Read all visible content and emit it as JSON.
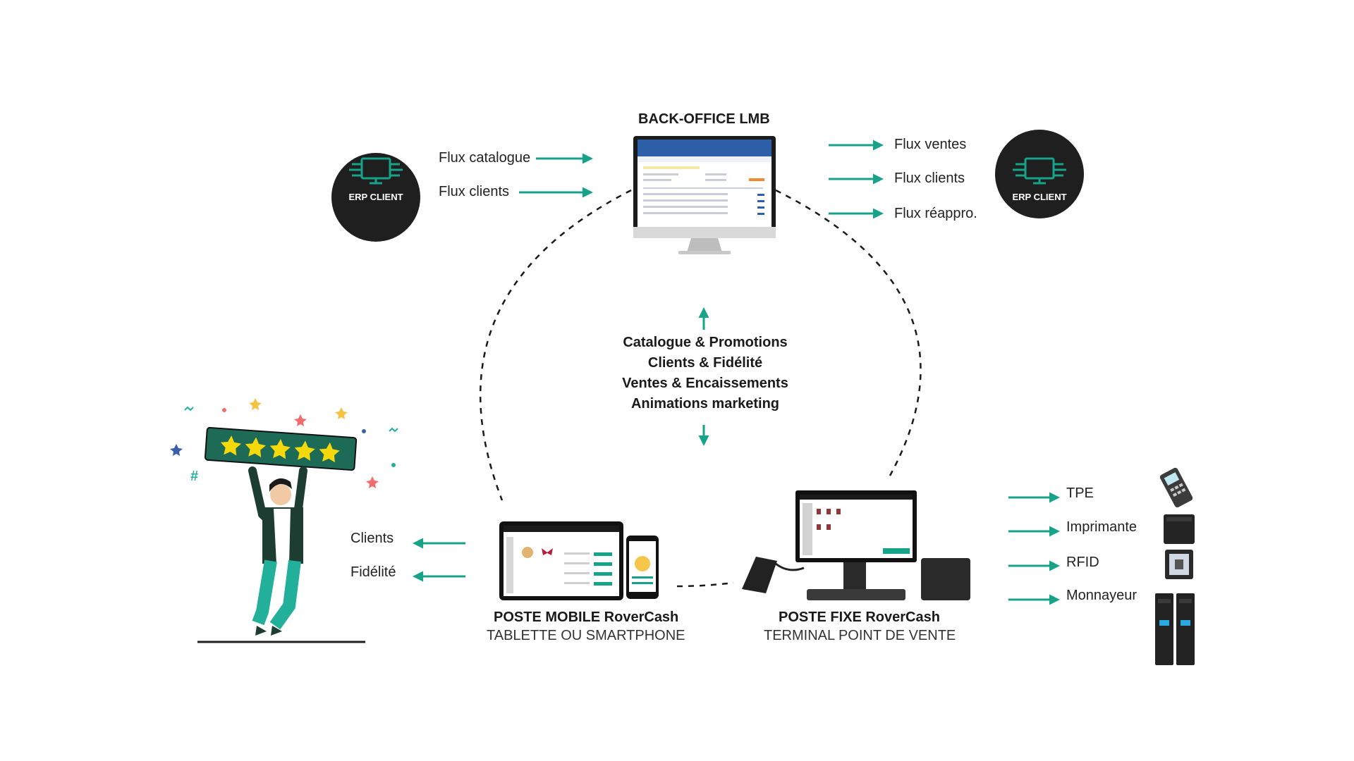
{
  "backoffice": {
    "title": "BACK-OFFICE LMB"
  },
  "erp_left": {
    "label": "ERP CLIENT"
  },
  "erp_right": {
    "label": "ERP CLIENT"
  },
  "flows_in": [
    "Flux catalogue",
    "Flux clients"
  ],
  "flows_out": [
    "Flux ventes",
    "Flux clients",
    "Flux réappro."
  ],
  "center_items": [
    "Catalogue & Promotions",
    "Clients & Fidélité",
    "Ventes & Encaissements",
    "Animations marketing"
  ],
  "customer_flows": [
    "Clients",
    "Fidélité"
  ],
  "mobile": {
    "title": "POSTE MOBILE RoverCash",
    "subtitle": "TABLETTE OU SMARTPHONE"
  },
  "fixed": {
    "title": "POSTE FIXE RoverCash",
    "subtitle": "TERMINAL POINT DE VENTE"
  },
  "peripherals": [
    "TPE",
    "Imprimante",
    "RFID",
    "Monnayeur"
  ],
  "colors": {
    "accent": "#16a38a",
    "dark": "#1f1f1f",
    "banner": "#1d6b56",
    "star": "#f5d90a"
  },
  "icons": {
    "erp": "monitor-circuit-icon",
    "tpe": "card-terminal-icon",
    "printer": "receipt-printer-icon",
    "rfid": "rfid-tag-icon",
    "cash": "cash-machine-icon"
  }
}
